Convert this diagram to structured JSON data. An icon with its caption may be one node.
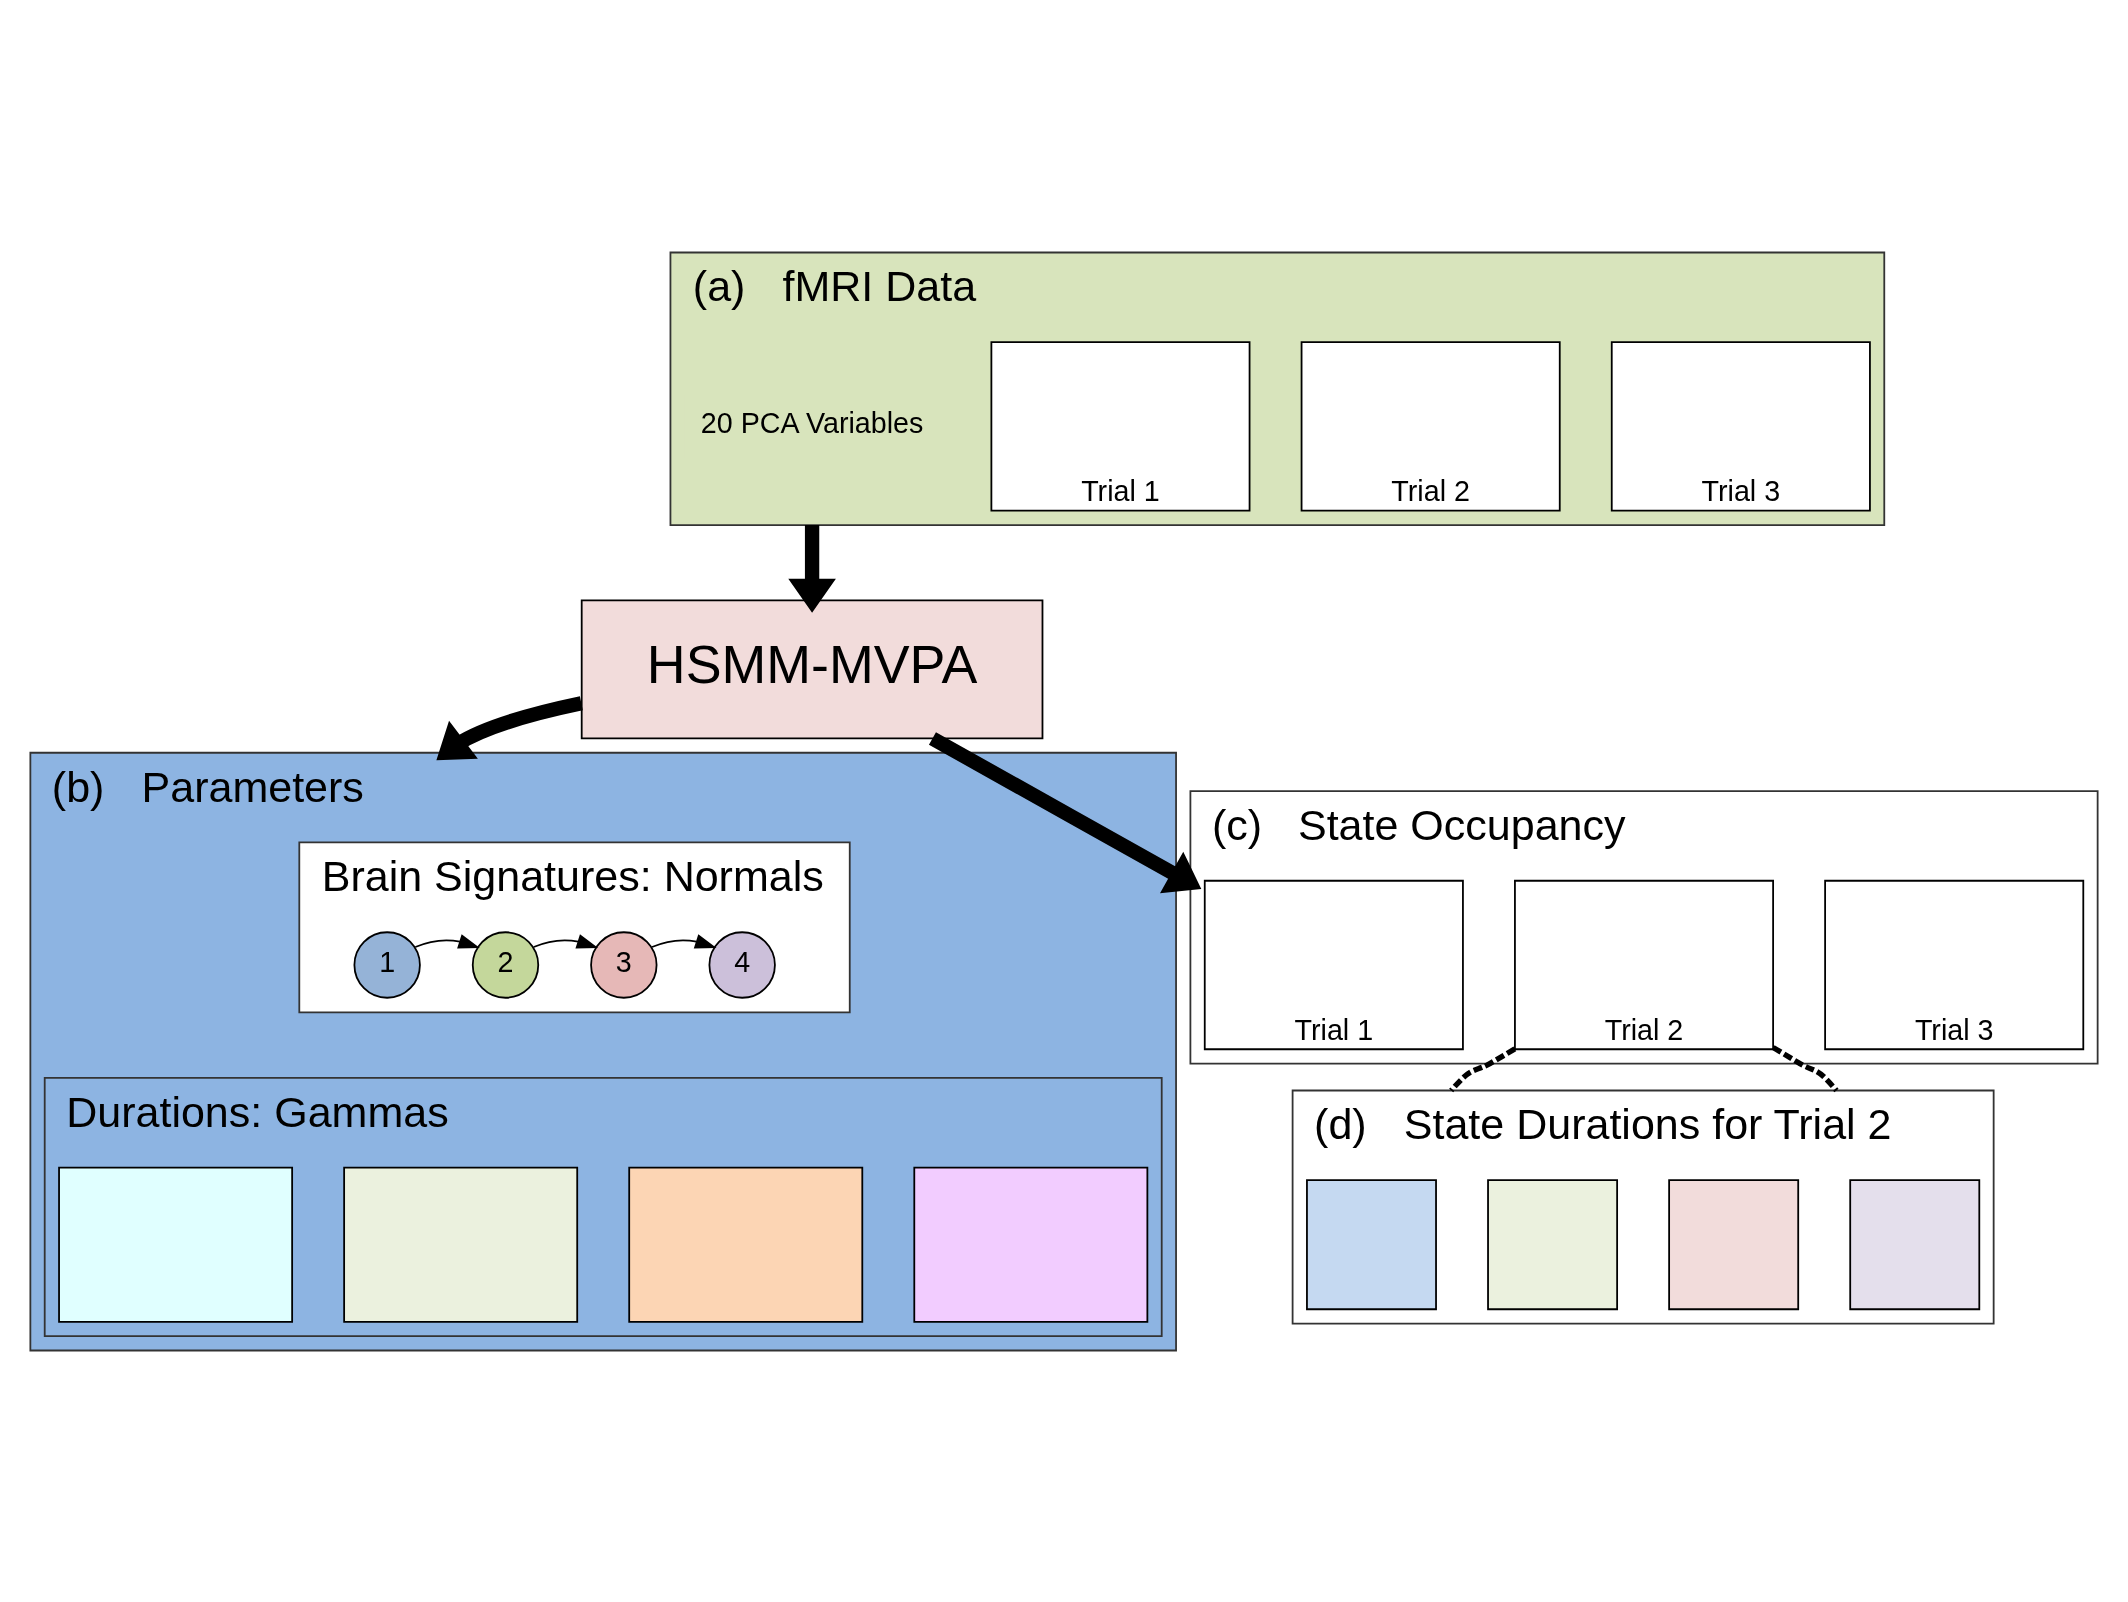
{
  "diagram": {
    "nodes": [
      {
        "text": [
          "fMRI Data"
        ],
        "beside": [
          "(a)"
        ]
      },
      {
        "text": [
          "20 PCA Variables"
        ],
        "in": 0
      },
      {
        "text": [
          "Trial 1"
        ],
        "in": 0
      },
      {
        "text": [
          "Trial 2"
        ],
        "in": 0
      },
      {
        "text": [
          "Trial 3"
        ],
        "in": 0
      },
      {
        "text": [
          "HSMM-MVPA"
        ]
      },
      {
        "text": [
          "Parameters"
        ],
        "beside": [
          "(b)"
        ]
      },
      {
        "text": [
          "Brain Signatures: Normals"
        ],
        "in": 6
      },
      {
        "text": [
          "1"
        ],
        "in": 7
      },
      {
        "text": [
          "2"
        ],
        "in": 7
      },
      {
        "text": [
          "3"
        ],
        "in": 7
      },
      {
        "text": [
          "4"
        ],
        "in": 7
      },
      {
        "text": [
          "Durations: Gammas"
        ],
        "in": 6
      },
      {
        "text": [],
        "shape": "box",
        "in": 12
      },
      {
        "text": [],
        "shape": "box",
        "in": 12
      },
      {
        "text": [],
        "shape": "box",
        "in": 12
      },
      {
        "text": [],
        "shape": "box",
        "in": 12
      },
      {
        "text": [
          "State Occupancy"
        ],
        "beside": [
          "(c)"
        ]
      },
      {
        "text": [
          "Trial 1"
        ],
        "in": 17
      },
      {
        "text": [
          "Trial 2"
        ],
        "in": 17
      },
      {
        "text": [
          "Trial 3"
        ],
        "in": 17
      },
      {
        "text": [
          "State Durations for Trial 2"
        ],
        "beside": [
          "(d)"
        ]
      },
      {
        "text": [],
        "shape": "box",
        "in": 21
      },
      {
        "text": [],
        "shape": "box",
        "in": 21
      },
      {
        "text": [],
        "shape": "box",
        "in": 21
      },
      {
        "text": [],
        "shape": "box",
        "in": 21
      }
    ],
    "edges": [
      {
        "from": 0,
        "to": 5,
        "arrow": "to",
        "style": "thick"
      },
      {
        "from": 5,
        "to": 6,
        "arrow": "to",
        "style": "thick"
      },
      {
        "from": 5,
        "to": 17,
        "arrow": "to",
        "style": "thick"
      },
      {
        "from": 8,
        "to": 9,
        "arrow": "to"
      },
      {
        "from": 9,
        "to": 10,
        "arrow": "to"
      },
      {
        "from": 10,
        "to": 11,
        "arrow": "to"
      },
      {
        "from": 19,
        "to": 21,
        "arrow": "none",
        "style": "dashed"
      },
      {
        "from": 19,
        "to": 21,
        "arrow": "none",
        "style": "dashed"
      }
    ]
  }
}
